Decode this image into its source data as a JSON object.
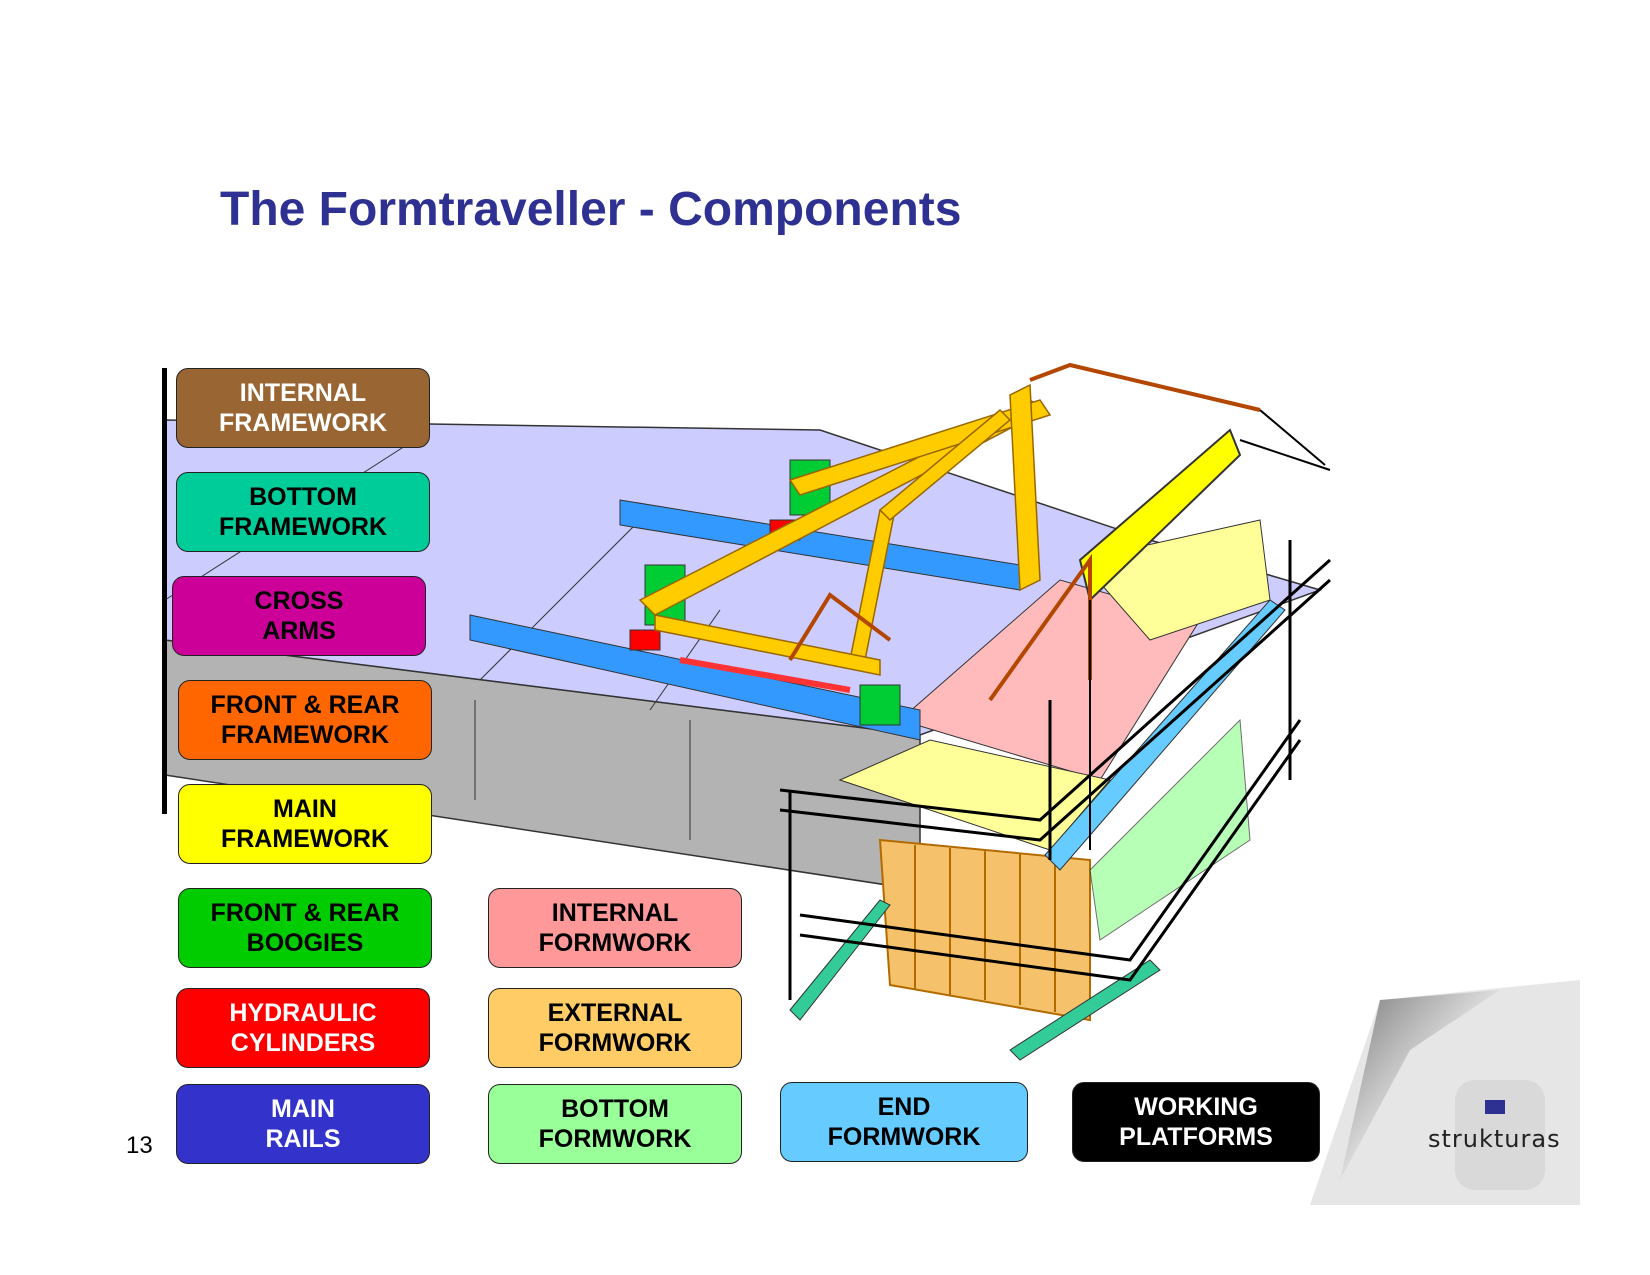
{
  "title": "The Formtraveller - Components",
  "page_number": "13",
  "logo_text": "strukturas",
  "diagram_label": "strukturas",
  "legend": [
    {
      "label": "INTERNAL\nFRAMEWORK",
      "bg": "#996633",
      "fg": "#ffffff"
    },
    {
      "label": "BOTTOM\nFRAMEWORK",
      "bg": "#00cc99",
      "fg": "#000000"
    },
    {
      "label": "CROSS\nARMS",
      "bg": "#cc0099",
      "fg": "#000000"
    },
    {
      "label": "FRONT & REAR\nFRAMEWORK",
      "bg": "#ff6600",
      "fg": "#000000"
    },
    {
      "label": "MAIN\nFRAMEWORK",
      "bg": "#ffff00",
      "fg": "#000000"
    },
    {
      "label": "FRONT & REAR\nBOOGIES",
      "bg": "#00cc00",
      "fg": "#000000"
    },
    {
      "label": "HYDRAULIC\nCYLINDERS",
      "bg": "#ff0000",
      "fg": "#ffffff"
    },
    {
      "label": "MAIN\nRAILS",
      "bg": "#3333cc",
      "fg": "#ffffff"
    },
    {
      "label": "INTERNAL\nFORMWORK",
      "bg": "#ff9999",
      "fg": "#000000"
    },
    {
      "label": "EXTERNAL\nFORMWORK",
      "bg": "#ffcc66",
      "fg": "#000000"
    },
    {
      "label": "BOTTOM\nFORMWORK",
      "bg": "#99ff99",
      "fg": "#000000"
    },
    {
      "label": "END\nFORMWORK",
      "bg": "#66ccff",
      "fg": "#000000"
    },
    {
      "label": "WORKING\nPLATFORMS",
      "bg": "#000000",
      "fg": "#ffffff"
    }
  ]
}
